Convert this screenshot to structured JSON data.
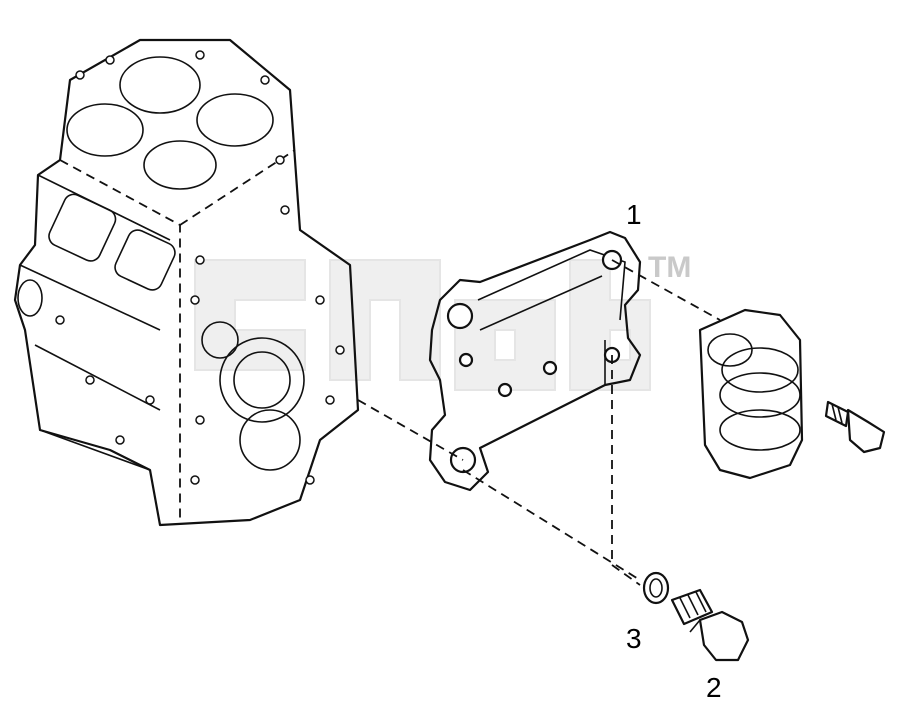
{
  "callouts": {
    "part_1": "1",
    "part_2": "2",
    "part_3": "3"
  },
  "watermark": {
    "tm": "TM"
  },
  "colors": {
    "line": "#111111",
    "watermark": "#c9c9c9",
    "background": "#ffffff"
  }
}
